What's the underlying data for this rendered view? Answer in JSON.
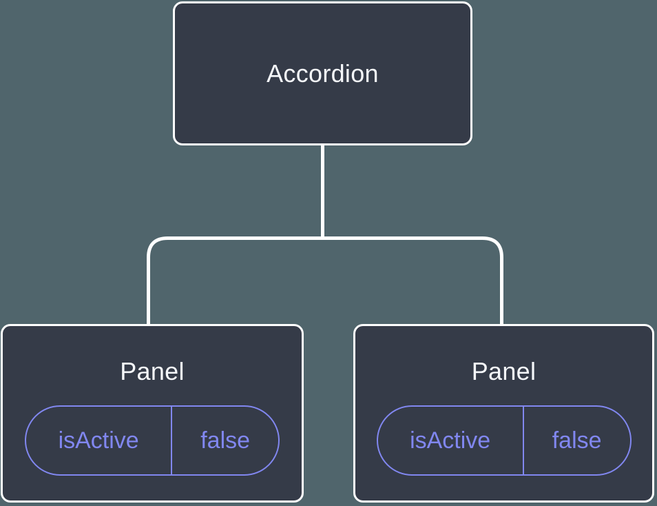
{
  "diagram": {
    "root": {
      "label": "Accordion"
    },
    "children": [
      {
        "label": "Panel",
        "state": {
          "name": "isActive",
          "value": "false"
        }
      },
      {
        "label": "Panel",
        "state": {
          "name": "isActive",
          "value": "false"
        }
      }
    ]
  },
  "colors": {
    "background": "#50656c",
    "node_bg": "#353b48",
    "node_border": "#ffffff",
    "accent": "#8187f0",
    "text": "#f5f7fa",
    "connector": "#ffffff"
  }
}
